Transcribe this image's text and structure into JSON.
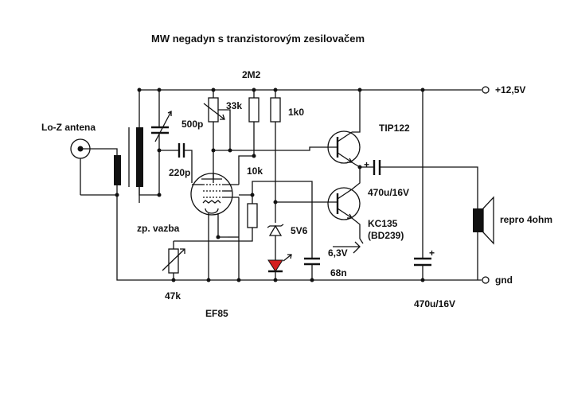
{
  "title": "MW negadyn s tranzistorovým zesilovačem",
  "labels": {
    "supply": "+12,5V",
    "gnd": "gnd",
    "antenna": "Lo-Z antena",
    "cap_500p": "500p",
    "cap_220p": "220p",
    "res_2m2": "2M2",
    "res_33k": "33k",
    "res_1k0": "1k0",
    "res_10k": "10k",
    "tip122": "TIP122",
    "cap_470u_out": "470u/16V",
    "kc135": "KC135",
    "bd239": "(BD239)",
    "zener": "5V6",
    "led_voltage": "6,3V",
    "cap_68n": "68n",
    "feedback": "zp. vazba",
    "pot_47k": "47k",
    "tube": "EF85",
    "speaker": "repro 4ohm",
    "cap_470u_supply": "470u/16V",
    "plus": "+"
  },
  "colors": {
    "ink": "#111111",
    "led": "#d42020",
    "background": "#ffffff"
  },
  "icons": {
    "antenna": "coax-connector-icon",
    "speaker": "speaker-icon",
    "tube": "pentode-tube-icon",
    "led": "led-icon",
    "zener": "zener-diode-icon"
  }
}
